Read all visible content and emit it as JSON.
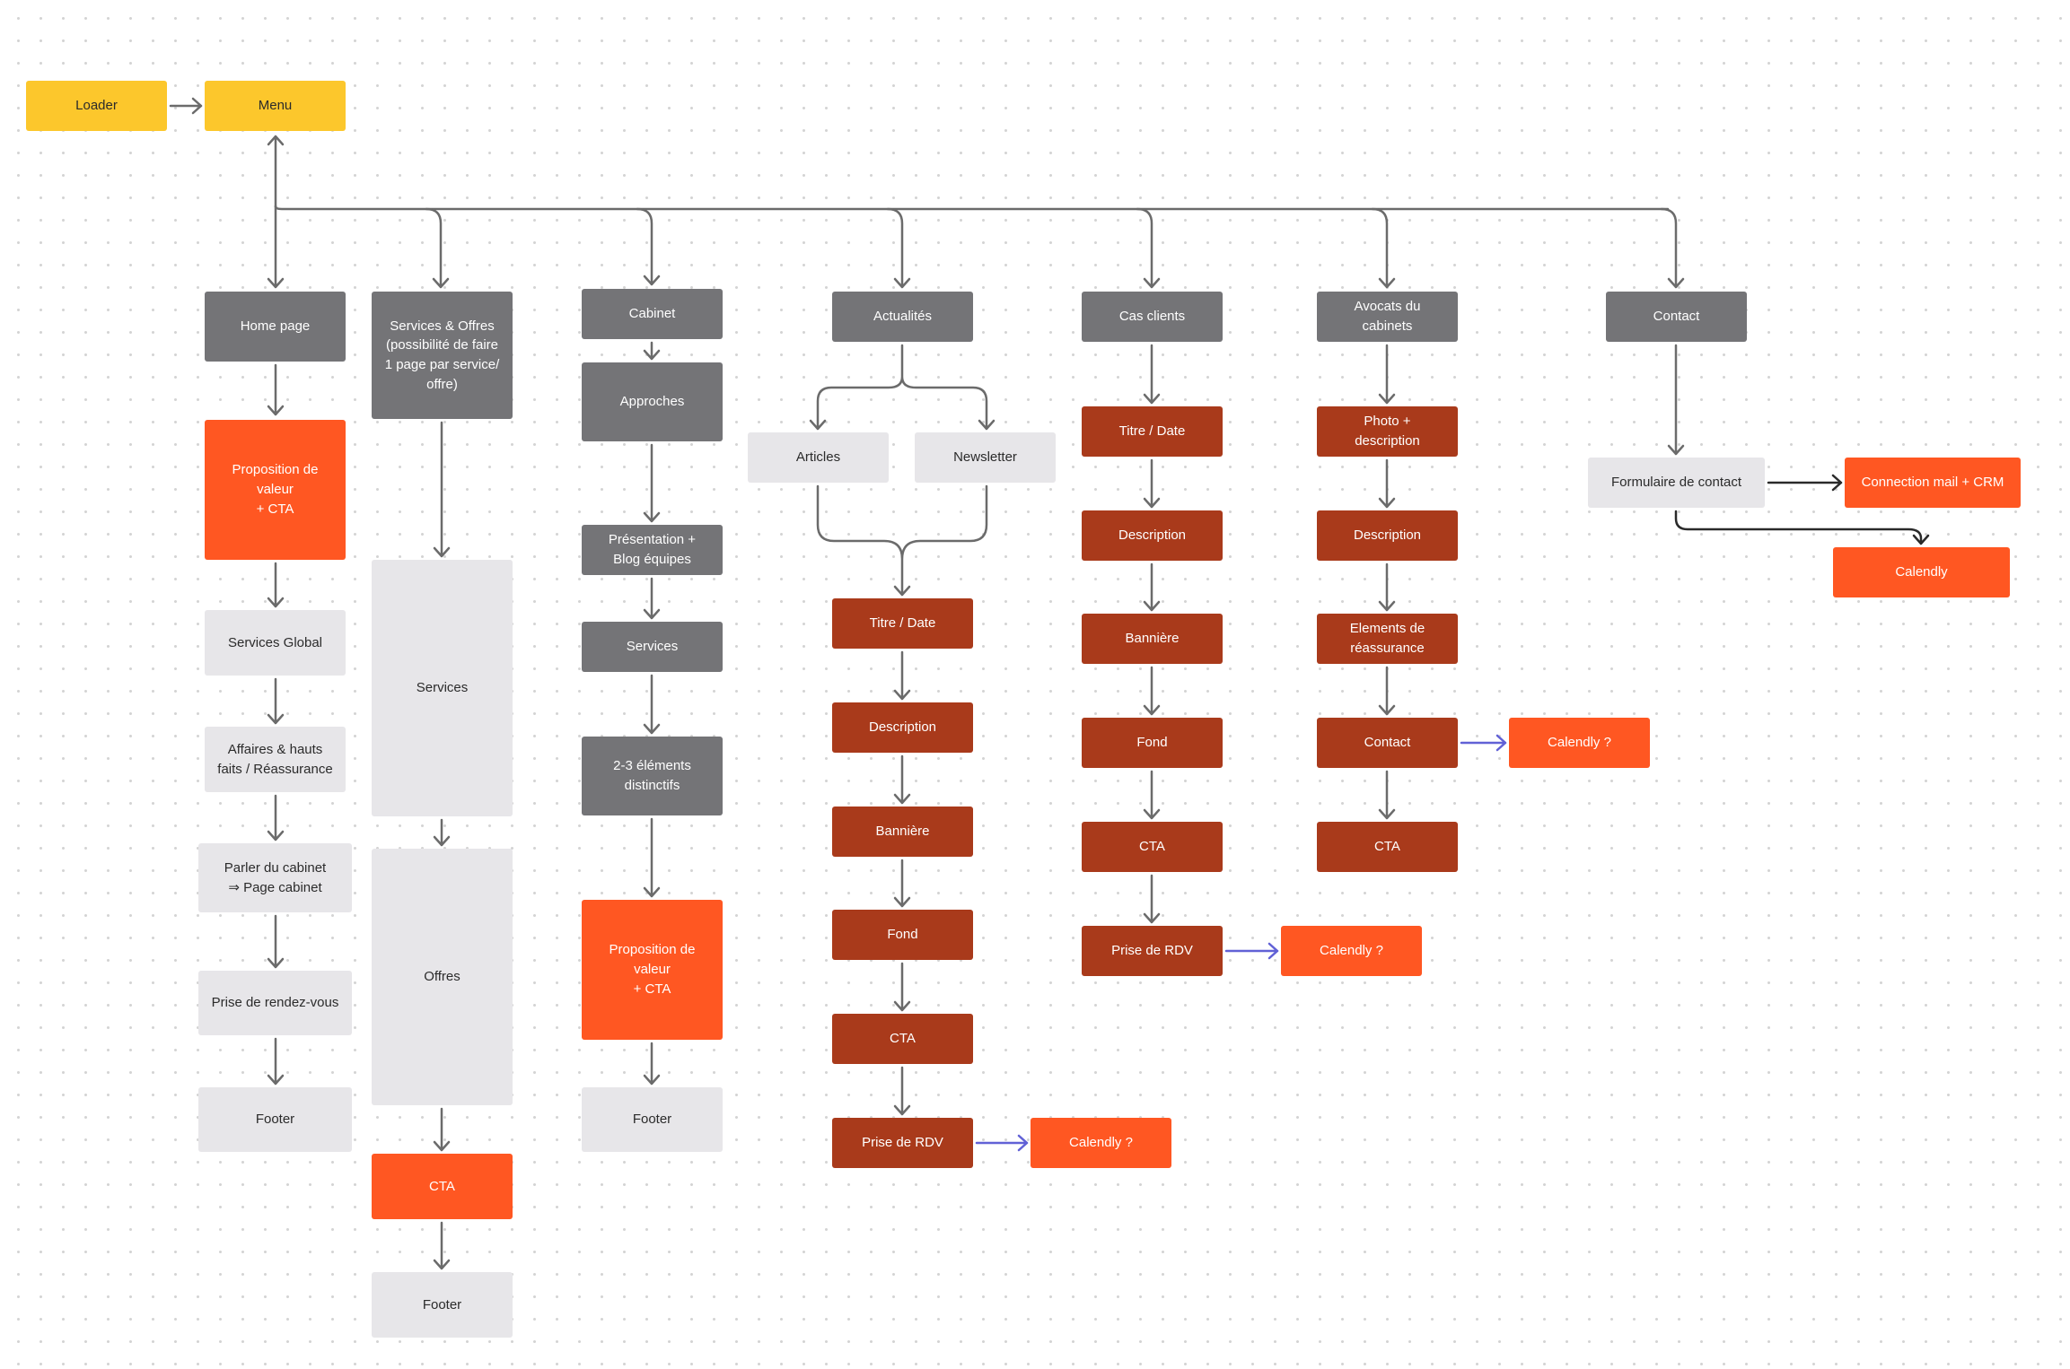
{
  "colors": {
    "canvas": "#ffffff",
    "grid_dot": "#d4d4d4",
    "yellow": "#fcc72c",
    "dark_grey": "#747477",
    "light_grey": "#e7e6e9",
    "orange": "#ff5722",
    "rust": "#a93a1b",
    "connector": "#6b6b6b",
    "connector_accent": "#6161d6"
  },
  "top": {
    "loader": "Loader",
    "menu": "Menu"
  },
  "home": {
    "title": "Home page",
    "value_prop": "Proposition de\nvaleur\n+ CTA",
    "services_global": "Services Global",
    "affaires": "Affaires & hauts\nfaits / Réassurance",
    "parler": "Parler du cabinet\n⇒ Page cabinet",
    "rdv": "Prise de rendez-vous",
    "footer": "Footer"
  },
  "services_offres": {
    "title": "Services & Offres\n(possibilité de faire\n1 page par service/\noffre)",
    "services": "Services",
    "offres": "Offres",
    "cta": "CTA",
    "footer": "Footer"
  },
  "cabinet": {
    "title": "Cabinet",
    "approches": "Approches",
    "presentation": "Présentation +\nBlog équipes",
    "services": "Services",
    "elements": "2-3 éléments\ndistinctifs",
    "value_prop": "Proposition de\nvaleur\n+ CTA",
    "footer": "Footer"
  },
  "actualites": {
    "title": "Actualités",
    "articles": "Articles",
    "newsletter": "Newsletter",
    "titre_date": "Titre / Date",
    "description": "Description",
    "banniere": "Bannière",
    "fond": "Fond",
    "cta": "CTA",
    "rdv": "Prise de RDV",
    "calendly": "Calendly ?"
  },
  "cas_clients": {
    "title": "Cas clients",
    "titre_date": "Titre / Date",
    "description": "Description",
    "banniere": "Bannière",
    "fond": "Fond",
    "cta": "CTA",
    "rdv": "Prise de RDV",
    "calendly": "Calendly ?"
  },
  "avocats": {
    "title": "Avocats du\ncabinets",
    "photo": "Photo +\ndescription",
    "description": "Description",
    "elements": "Elements de\nréassurance",
    "contact": "Contact",
    "cta": "CTA",
    "calendly": "Calendly ?"
  },
  "contact": {
    "title": "Contact",
    "formulaire": "Formulaire de contact",
    "connection": "Connection mail + CRM",
    "calendly": "Calendly"
  }
}
